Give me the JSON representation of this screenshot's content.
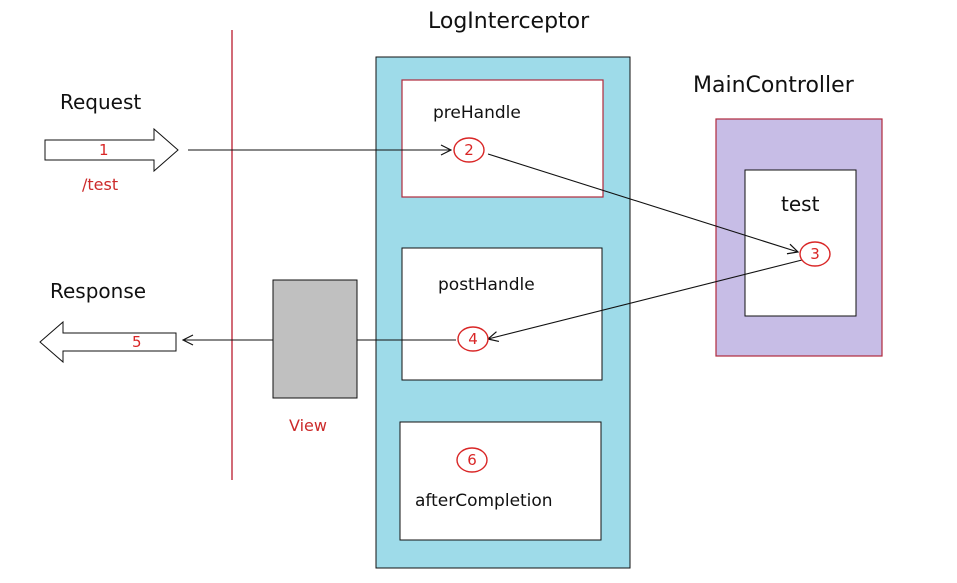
{
  "interceptor": {
    "title": "LogInterceptor",
    "prehandle_label": "preHandle",
    "posthandle_label": "postHandle",
    "aftercompletion_label": "afterCompletion"
  },
  "controller": {
    "title": "MainController",
    "method_label": "test"
  },
  "request": {
    "label": "Request",
    "path": "/test"
  },
  "response": {
    "label": "Response"
  },
  "view": {
    "label": "View"
  },
  "steps": {
    "s1": "1",
    "s2": "2",
    "s3": "3",
    "s4": "4",
    "s5": "5",
    "s6": "6"
  },
  "colors": {
    "interceptor_fill": "#9edbe9",
    "controller_fill": "#c7bde6",
    "border_red": "#b02a3c",
    "view_fill": "#c0c0c0",
    "step_red": "#d92626"
  }
}
